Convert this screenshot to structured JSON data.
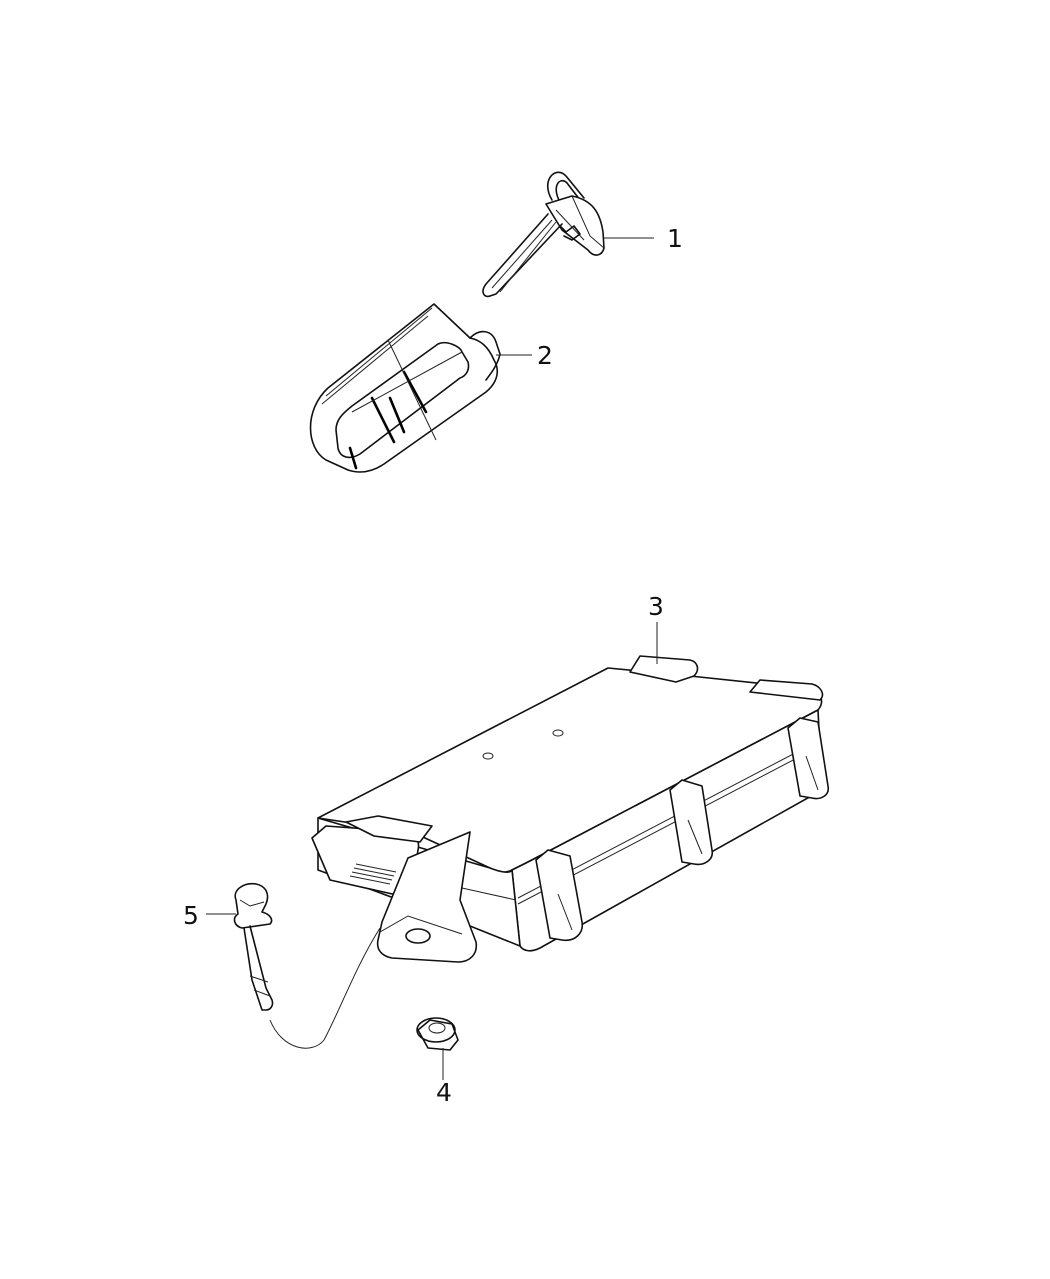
{
  "diagram": {
    "type": "exploded-parts-diagram",
    "background": "#ffffff",
    "line_color": "#111111",
    "parts": [
      {
        "id": "part-1",
        "callout": "1",
        "depiction": "emergency-key-blade"
      },
      {
        "id": "part-2",
        "callout": "2",
        "depiction": "key-fob-transmitter"
      },
      {
        "id": "part-3",
        "callout": "3",
        "depiction": "control-module"
      },
      {
        "id": "part-4",
        "callout": "4",
        "depiction": "flange-nut"
      },
      {
        "id": "part-5",
        "callout": "5",
        "depiction": "hex-flange-bolt"
      }
    ]
  }
}
